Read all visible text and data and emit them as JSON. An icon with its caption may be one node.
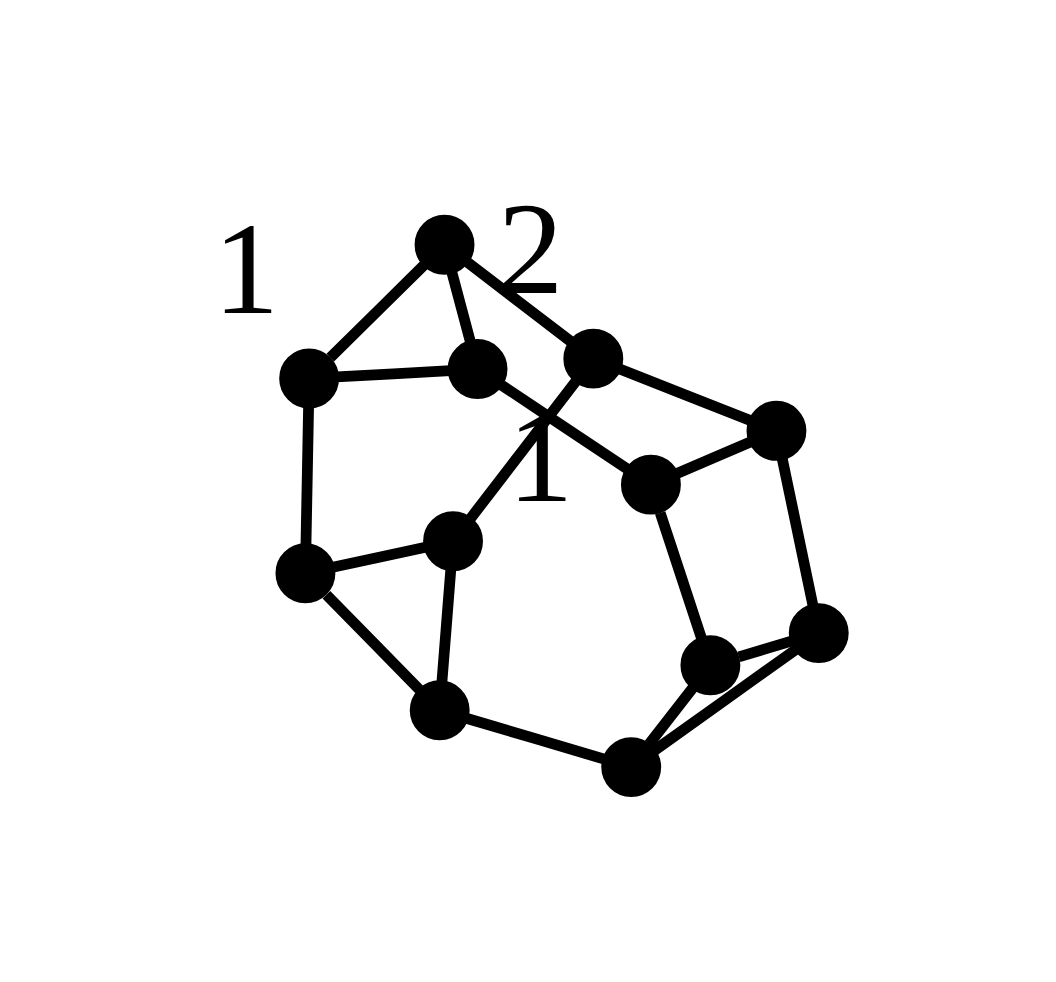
{
  "diagram": {
    "nodes": [
      {
        "text": [],
        "shape": "circle",
        "beside": [
          "1"
        ]
      },
      {
        "text": [],
        "shape": "circle"
      },
      {
        "text": [],
        "shape": "circle",
        "beside": [
          "1"
        ]
      },
      {
        "text": [],
        "shape": "circle"
      },
      {
        "text": [],
        "shape": "circle"
      },
      {
        "text": [],
        "shape": "circle",
        "beside": [
          "2"
        ]
      },
      {
        "text": [],
        "shape": "circle"
      },
      {
        "text": [],
        "shape": "circle"
      },
      {
        "text": [],
        "shape": "circle"
      },
      {
        "text": [],
        "shape": "circle"
      },
      {
        "text": [],
        "shape": "circle"
      },
      {
        "text": [],
        "shape": "circle"
      }
    ],
    "edges": [
      {
        "from": 0,
        "to": 1,
        "arrow": "none"
      },
      {
        "from": 0,
        "to": 2,
        "arrow": "none"
      },
      {
        "from": 0,
        "to": 3,
        "arrow": "none"
      },
      {
        "from": 2,
        "to": 3,
        "arrow": "none"
      },
      {
        "from": 3,
        "to": 5,
        "arrow": "none"
      },
      {
        "from": 2,
        "to": 7,
        "arrow": "none"
      },
      {
        "from": 1,
        "to": 6,
        "arrow": "none"
      },
      {
        "from": 1,
        "to": 8,
        "arrow": "none"
      },
      {
        "from": 4,
        "to": 5,
        "arrow": "none"
      },
      {
        "from": 5,
        "to": 6,
        "arrow": "none"
      },
      {
        "from": 7,
        "to": 4,
        "arrow": "none"
      },
      {
        "from": 6,
        "to": 8,
        "arrow": "none"
      },
      {
        "from": 4,
        "to": 9,
        "arrow": "none"
      },
      {
        "from": 9,
        "to": 11,
        "arrow": "none"
      },
      {
        "from": 9,
        "to": 10,
        "arrow": "none"
      },
      {
        "from": 10,
        "to": 11,
        "arrow": "none"
      },
      {
        "from": 7,
        "to": 10,
        "arrow": "none"
      },
      {
        "from": 8,
        "to": 11,
        "arrow": "none"
      }
    ]
  }
}
